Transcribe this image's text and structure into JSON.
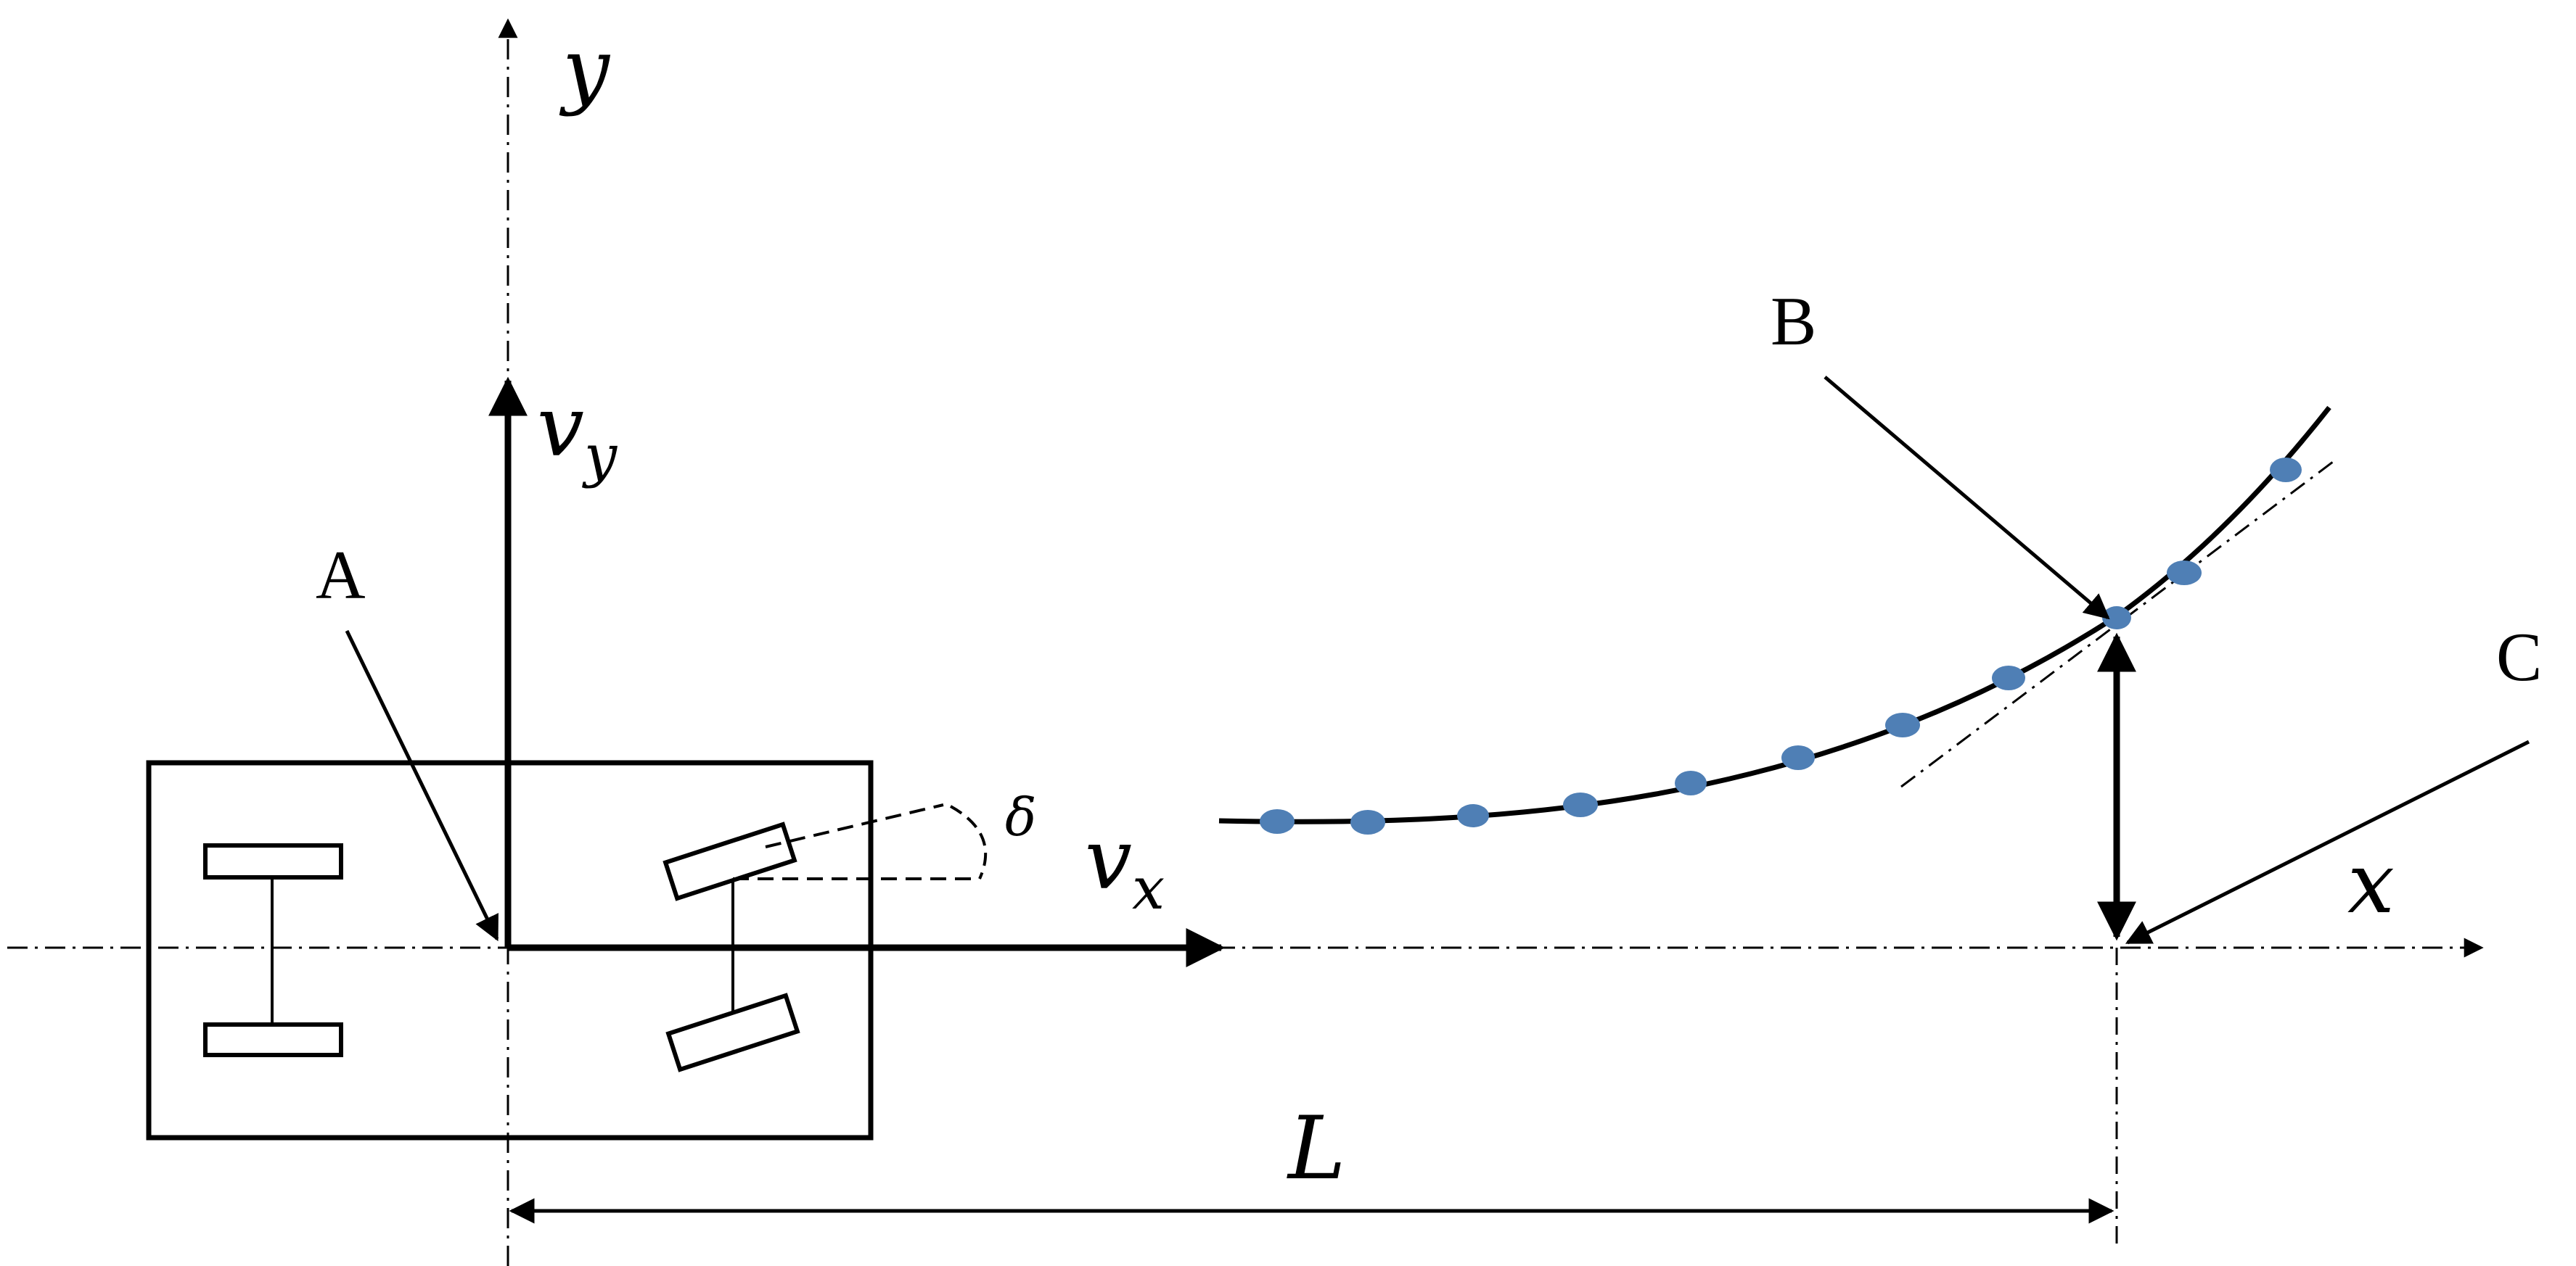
{
  "labels": {
    "y_axis": "y",
    "x_axis": "x",
    "vy": "v",
    "vy_sub": "y",
    "vx": "v",
    "vx_sub": "x",
    "delta": "δ",
    "A": "A",
    "B": "B",
    "C": "C",
    "L": "L"
  },
  "colors": {
    "ink": "#000000",
    "waypoint": "#4f7fb5",
    "background": "#ffffff"
  }
}
